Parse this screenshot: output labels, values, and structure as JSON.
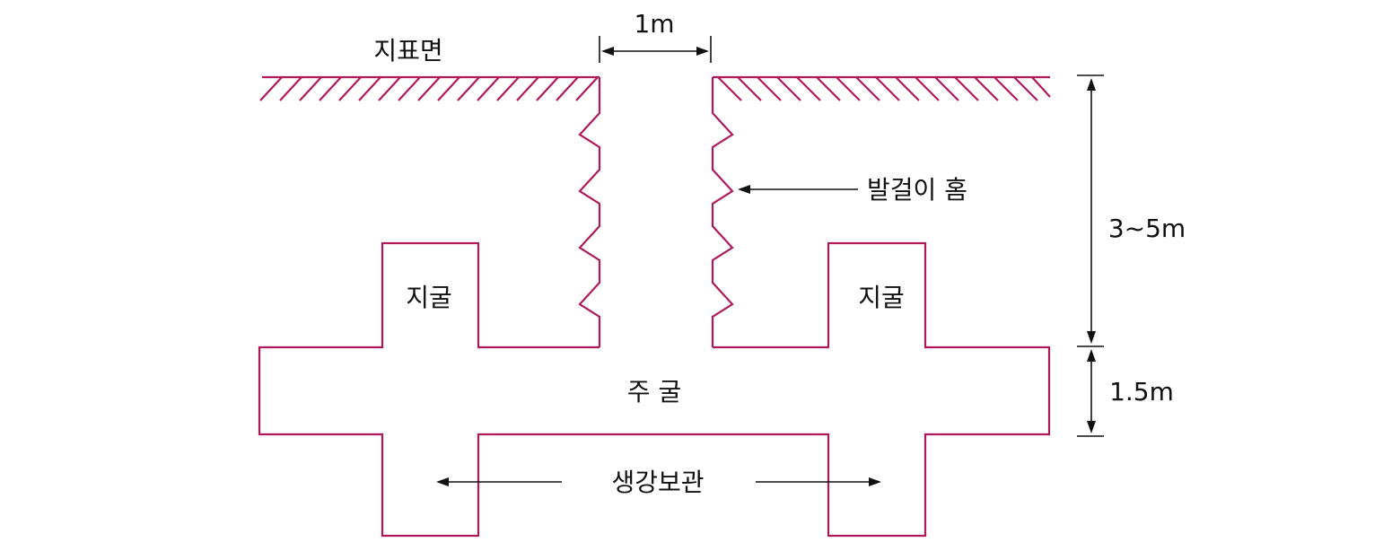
{
  "labels": {
    "ground_surface": "지표면",
    "shaft_width": "1m",
    "foothold_grooves": "발걸이 홈",
    "shaft_depth": "3~5m",
    "side_tunnel": "지굴",
    "main_tunnel": "주 굴",
    "main_tunnel_height": "1.5m",
    "ginger_storage": "생강보관"
  },
  "colors": {
    "structure_line": "#b0185c",
    "annotation_line": "#111111",
    "background": "#ffffff"
  }
}
